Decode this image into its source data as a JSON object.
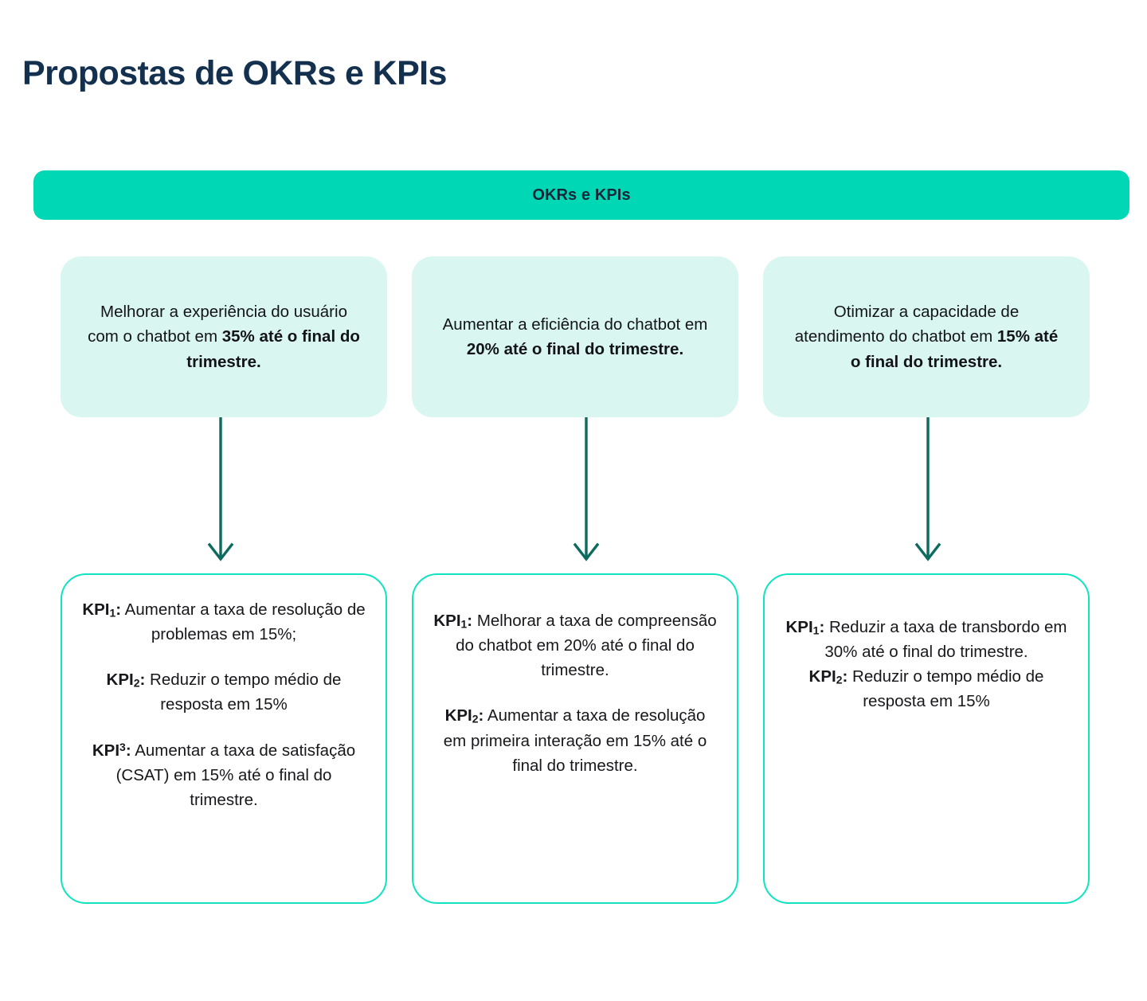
{
  "page": {
    "title": "Propostas de OKRs e KPIs",
    "background_color": "#ffffff",
    "title_color": "#14304f"
  },
  "colors": {
    "banner_bg": "#00d7b4",
    "okr_card_bg": "#d9f7f0",
    "kpi_border": "#0fe3c2",
    "arrow": "#0d6b5e",
    "text": "#13131a"
  },
  "banner": {
    "label": "OKRs e KPIs"
  },
  "columns": [
    {
      "objective": {
        "plain_prefix": "Melhorar a experiência do usuário com o chatbot em ",
        "bold_suffix": "35% até o final do trimestre.",
        "full_text": "Melhorar a experiência do usuário com o chatbot em 35% até o final do trimestre.",
        "target_percent": "35%"
      },
      "arrow": "down-arrow",
      "kpis": [
        {
          "label": "KPI",
          "index": "1",
          "index_style": "subscript",
          "text": " Aumentar a taxa de resolução de problemas em 15%;",
          "full_text": "KPI₁: Aumentar a taxa de resolução de problemas em 15%;"
        },
        {
          "label": "KPI",
          "index": "2",
          "index_style": "subscript",
          "text": " Reduzir o tempo médio de resposta em 15%",
          "full_text": "KPI₂: Reduzir o tempo médio de resposta em 15%"
        },
        {
          "label": "KPI",
          "index": "3",
          "index_style": "superscript",
          "text": " Aumentar a taxa de satisfação (CSAT) em 15% até o final do trimestre.",
          "full_text": "KPI³: Aumentar a taxa de satisfação (CSAT) em 15% até o final do trimestre."
        }
      ]
    },
    {
      "objective": {
        "plain_prefix": "Aumentar a eficiência do chatbot em ",
        "bold_suffix": "20% até o final do trimestre.",
        "full_text": "Aumentar a eficiência do chatbot em 20% até o final do trimestre.",
        "target_percent": "20%"
      },
      "arrow": "down-arrow",
      "kpis": [
        {
          "label": "KPI",
          "index": "1",
          "index_style": "subscript",
          "text": " Melhorar a taxa de compreensão do chatbot em 20% até o final do trimestre.",
          "full_text": "KPI₁: Melhorar a taxa de compreensão do chatbot em 20% até o final do trimestre."
        },
        {
          "label": "KPI",
          "index": "2",
          "index_style": "subscript",
          "text": " Aumentar a taxa de resolução em primeira interação em 15% até o final do trimestre.",
          "full_text": "KPI₂: Aumentar a taxa de resolução em primeira interação em 15% até o final do trimestre."
        }
      ]
    },
    {
      "objective": {
        "plain_prefix": "Otimizar a capacidade de atendimento do chatbot em ",
        "bold_suffix": "15% até o final do trimestre.",
        "full_text": "Otimizar a capacidade de atendimento do chatbot em 15% até o final do trimestre.",
        "target_percent": "15%"
      },
      "arrow": "down-arrow",
      "kpis": [
        {
          "label": "KPI",
          "index": "1",
          "index_style": "subscript",
          "text": " Reduzir a taxa de transbordo em 30% até o final do trimestre.",
          "full_text": "KPI₁: Reduzir a taxa de transbordo em 30% até o final do trimestre."
        },
        {
          "label": "KPI",
          "index": "2",
          "index_style": "subscript",
          "text": " Reduzir o tempo médio de resposta em 15%",
          "full_text": "KPI₂: Reduzir o tempo médio de resposta em 15%"
        }
      ]
    }
  ]
}
